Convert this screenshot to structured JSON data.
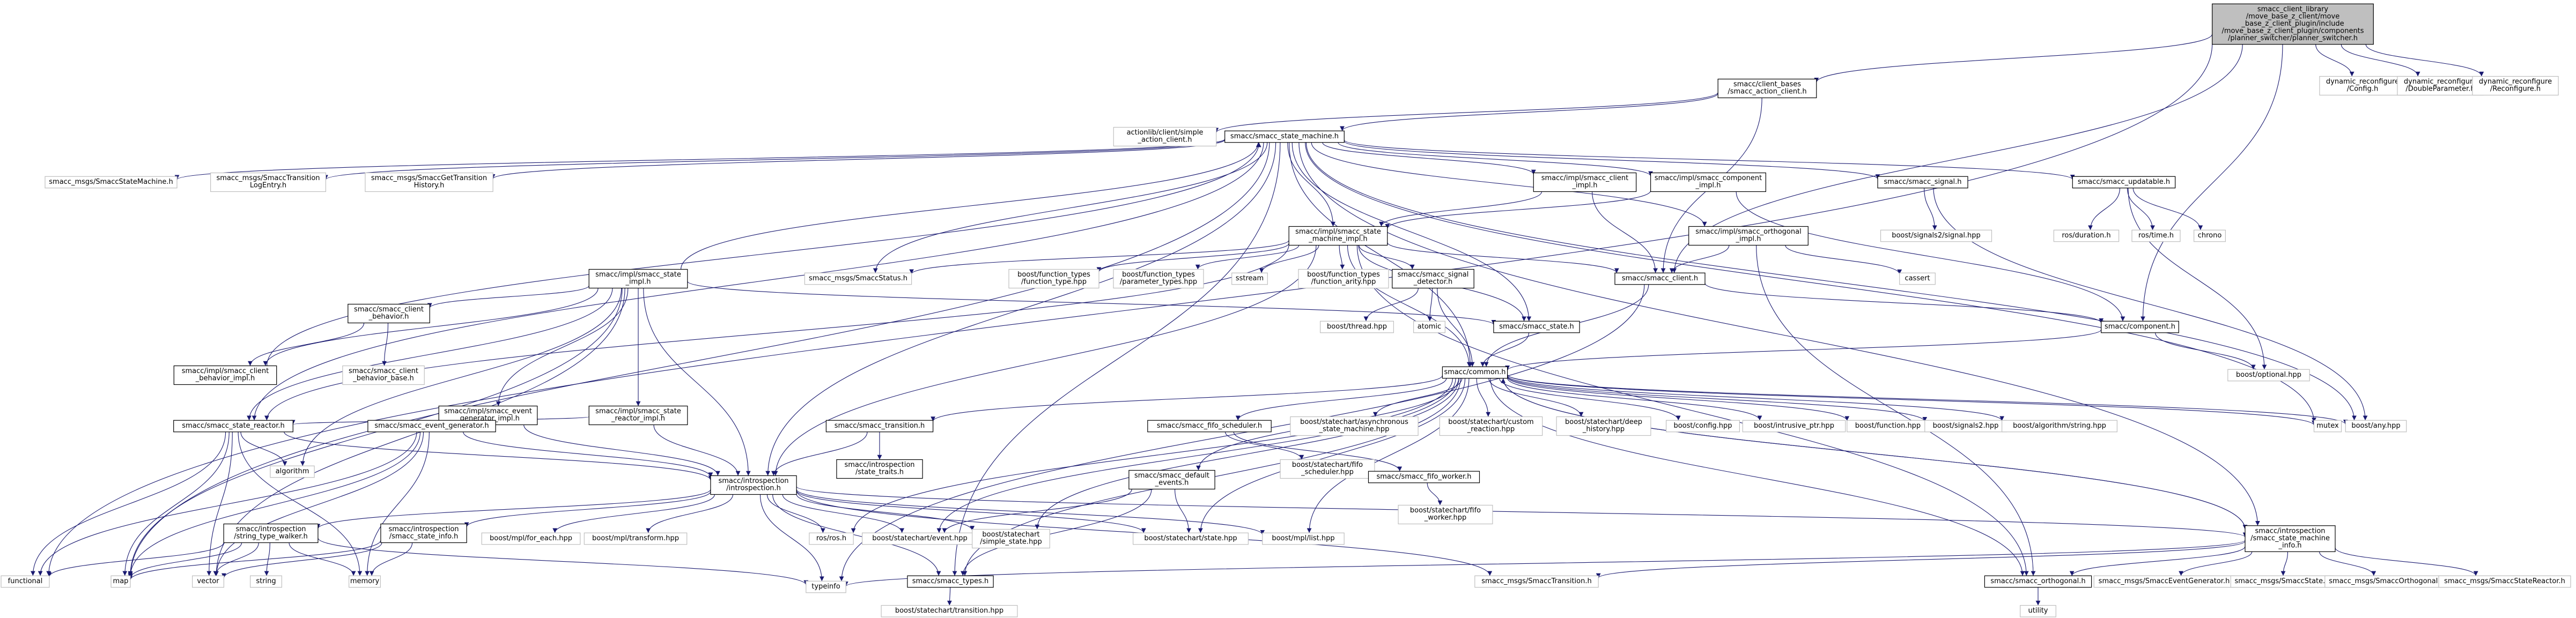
{
  "diagram": {
    "title": "",
    "colors": {
      "edge": "#191970",
      "node_border": "#000000",
      "external_border": "#bfbfbf",
      "root_fill": "#bfbfbf"
    },
    "nodes": [
      {
        "id": "root",
        "lines": [
          "smacc_client_library",
          "/move_base_z_client/move",
          "_base_z_client_plugin/include",
          "/move_base_z_client_plugin/components",
          "/planner_switcher/planner_switcher.h"
        ]
      },
      {
        "id": "functional",
        "lines": [
          "functional"
        ]
      },
      {
        "id": "action_client",
        "lines": [
          "smacc/client_bases",
          "/smacc_action_client.h"
        ]
      },
      {
        "id": "dyn_config",
        "lines": [
          "dynamic_reconfigure",
          "/Config.h"
        ]
      },
      {
        "id": "dyn_double",
        "lines": [
          "dynamic_reconfigure",
          "/DoubleParameter.h"
        ]
      },
      {
        "id": "dyn_reconf",
        "lines": [
          "dynamic_reconfigure",
          "/Reconfigure.h"
        ]
      },
      {
        "id": "simple_action_client",
        "lines": [
          "actionlib/client/simple",
          "_action_client.h"
        ]
      },
      {
        "id": "sm",
        "lines": [
          "smacc/smacc_state_machine.h"
        ]
      },
      {
        "id": "msg_statemachine",
        "lines": [
          "smacc_msgs/SmaccStateMachine.h"
        ]
      },
      {
        "id": "msg_translog",
        "lines": [
          "smacc_msgs/SmaccTransition",
          "LogEntry.h"
        ]
      },
      {
        "id": "msg_gettrans",
        "lines": [
          "smacc_msgs/SmaccGetTransition",
          "History.h"
        ]
      },
      {
        "id": "client_impl",
        "lines": [
          "smacc/impl/smacc_client",
          "_impl.h"
        ]
      },
      {
        "id": "component_impl",
        "lines": [
          "smacc/impl/smacc_component",
          "_impl.h"
        ]
      },
      {
        "id": "signal",
        "lines": [
          "smacc/smacc_signal.h"
        ]
      },
      {
        "id": "updatable",
        "lines": [
          "smacc/smacc_updatable.h"
        ]
      },
      {
        "id": "signals2_signal",
        "lines": [
          "boost/signals2/signal.hpp"
        ]
      },
      {
        "id": "ros_duration",
        "lines": [
          "ros/duration.h"
        ]
      },
      {
        "id": "ros_time",
        "lines": [
          "ros/time.h"
        ]
      },
      {
        "id": "chrono",
        "lines": [
          "chrono"
        ]
      },
      {
        "id": "sm_impl",
        "lines": [
          "smacc/impl/smacc_state",
          "_machine_impl.h"
        ]
      },
      {
        "id": "orthogonal_impl",
        "lines": [
          "smacc/impl/smacc_orthogonal",
          "_impl.h"
        ]
      },
      {
        "id": "cassert",
        "lines": [
          "cassert"
        ]
      },
      {
        "id": "msg_status",
        "lines": [
          "smacc_msgs/SmaccStatus.h"
        ]
      },
      {
        "id": "ft_type",
        "lines": [
          "boost/function_types",
          "/function_type.hpp"
        ]
      },
      {
        "id": "ft_params",
        "lines": [
          "boost/function_types",
          "/parameter_types.hpp"
        ]
      },
      {
        "id": "sstream",
        "lines": [
          "sstream"
        ]
      },
      {
        "id": "ft_arity",
        "lines": [
          "boost/function_types",
          "/function_arity.hpp"
        ]
      },
      {
        "id": "signal_detector",
        "lines": [
          "smacc/smacc_signal",
          "_detector.h"
        ]
      },
      {
        "id": "client",
        "lines": [
          "smacc/smacc_client.h"
        ]
      },
      {
        "id": "state_impl",
        "lines": [
          "smacc/impl/smacc_state",
          "_impl.h"
        ]
      },
      {
        "id": "client_behavior",
        "lines": [
          "smacc/smacc_client",
          "_behavior.h"
        ]
      },
      {
        "id": "cb_impl",
        "lines": [
          "smacc/impl/smacc_client",
          "_behavior_impl.h"
        ]
      },
      {
        "id": "cb_base",
        "lines": [
          "smacc/smacc_client",
          "_behavior_base.h"
        ]
      },
      {
        "id": "thread",
        "lines": [
          "boost/thread.hpp"
        ]
      },
      {
        "id": "atomic",
        "lines": [
          "atomic"
        ]
      },
      {
        "id": "state",
        "lines": [
          "smacc/smacc_state.h"
        ]
      },
      {
        "id": "component",
        "lines": [
          "smacc/component.h"
        ]
      },
      {
        "id": "optional",
        "lines": [
          "boost/optional.hpp"
        ]
      },
      {
        "id": "evgen_impl",
        "lines": [
          "smacc/impl/smacc_event",
          "_generator_impl.h"
        ]
      },
      {
        "id": "reactor_impl",
        "lines": [
          "smacc/impl/smacc_state",
          "_reactor_impl.h"
        ]
      },
      {
        "id": "common",
        "lines": [
          "smacc/common.h"
        ]
      },
      {
        "id": "reactor",
        "lines": [
          "smacc/smacc_state_reactor.h"
        ]
      },
      {
        "id": "evgen",
        "lines": [
          "smacc/smacc_event_generator.h"
        ]
      },
      {
        "id": "transition",
        "lines": [
          "smacc/smacc_transition.h"
        ]
      },
      {
        "id": "fifo_sched",
        "lines": [
          "smacc/smacc_fifo_scheduler.h"
        ]
      },
      {
        "id": "async_sm",
        "lines": [
          "boost/statechart/asynchronous",
          "_state_machine.hpp"
        ]
      },
      {
        "id": "custom_reaction",
        "lines": [
          "boost/statechart/custom",
          "_reaction.hpp"
        ]
      },
      {
        "id": "deep_history",
        "lines": [
          "boost/statechart/deep",
          "_history.hpp"
        ]
      },
      {
        "id": "config",
        "lines": [
          "boost/config.hpp"
        ]
      },
      {
        "id": "intrusive",
        "lines": [
          "boost/intrusive_ptr.hpp"
        ]
      },
      {
        "id": "function",
        "lines": [
          "boost/function.hpp"
        ]
      },
      {
        "id": "signals2",
        "lines": [
          "boost/signals2.hpp"
        ]
      },
      {
        "id": "algstring",
        "lines": [
          "boost/algorithm/string.hpp"
        ]
      },
      {
        "id": "mutex",
        "lines": [
          "mutex"
        ]
      },
      {
        "id": "any",
        "lines": [
          "boost/any.hpp"
        ]
      },
      {
        "id": "algorithm",
        "lines": [
          "algorithm"
        ]
      },
      {
        "id": "introspection",
        "lines": [
          "smacc/introspection",
          "/introspection.h"
        ]
      },
      {
        "id": "state_traits",
        "lines": [
          "smacc/introspection",
          "/state_traits.h"
        ]
      },
      {
        "id": "default_events",
        "lines": [
          "smacc/smacc_default",
          "_events.h"
        ]
      },
      {
        "id": "fifo_sched_hpp",
        "lines": [
          "boost/statechart/fifo",
          "_scheduler.hpp"
        ]
      },
      {
        "id": "fifo_worker",
        "lines": [
          "smacc/smacc_fifo_worker.h"
        ]
      },
      {
        "id": "fifo_worker_hpp",
        "lines": [
          "boost/statechart/fifo",
          "_worker.hpp"
        ]
      },
      {
        "id": "stw",
        "lines": [
          "smacc/introspection",
          "/string_type_walker.h"
        ]
      },
      {
        "id": "ssi",
        "lines": [
          "smacc/introspection",
          "/smacc_state_info.h"
        ]
      },
      {
        "id": "mpl_foreach",
        "lines": [
          "boost/mpl/for_each.hpp"
        ]
      },
      {
        "id": "mpl_transform",
        "lines": [
          "boost/mpl/transform.hpp"
        ]
      },
      {
        "id": "ros",
        "lines": [
          "ros/ros.h"
        ]
      },
      {
        "id": "event",
        "lines": [
          "boost/statechart/event.hpp"
        ]
      },
      {
        "id": "simple_state",
        "lines": [
          "boost/statechart",
          "/simple_state.hpp"
        ]
      },
      {
        "id": "bstate",
        "lines": [
          "boost/statechart/state.hpp"
        ]
      },
      {
        "id": "mpl_list",
        "lines": [
          "boost/mpl/list.hpp"
        ]
      },
      {
        "id": "smi",
        "lines": [
          "smacc/introspection",
          "/smacc_state_machine",
          "_info.h"
        ]
      },
      {
        "id": "map",
        "lines": [
          "map"
        ]
      },
      {
        "id": "vector",
        "lines": [
          "vector"
        ]
      },
      {
        "id": "string",
        "lines": [
          "string"
        ]
      },
      {
        "id": "memory",
        "lines": [
          "memory"
        ]
      },
      {
        "id": "typeinfo",
        "lines": [
          "typeinfo"
        ]
      },
      {
        "id": "types",
        "lines": [
          "smacc/smacc_types.h"
        ]
      },
      {
        "id": "msg_transition",
        "lines": [
          "smacc_msgs/SmaccTransition.h"
        ]
      },
      {
        "id": "orthogonal",
        "lines": [
          "smacc/smacc_orthogonal.h"
        ]
      },
      {
        "id": "msg_evgen",
        "lines": [
          "smacc_msgs/SmaccEventGenerator.h"
        ]
      },
      {
        "id": "msg_state",
        "lines": [
          "smacc_msgs/SmaccState.h"
        ]
      },
      {
        "id": "msg_orth",
        "lines": [
          "smacc_msgs/SmaccOrthogonal.h"
        ]
      },
      {
        "id": "msg_reactor",
        "lines": [
          "smacc_msgs/SmaccStateReactor.h"
        ]
      },
      {
        "id": "btransition",
        "lines": [
          "boost/statechart/transition.hpp"
        ]
      },
      {
        "id": "utility",
        "lines": [
          "utility"
        ]
      }
    ],
    "edges": [
      [
        "root",
        "functional"
      ],
      [
        "root",
        "action_client"
      ],
      [
        "root",
        "dyn_config"
      ],
      [
        "root",
        "dyn_double"
      ],
      [
        "root",
        "dyn_reconf"
      ],
      [
        "root",
        "client"
      ],
      [
        "root",
        "component"
      ],
      [
        "action_client",
        "simple_action_client"
      ],
      [
        "action_client",
        "sm"
      ],
      [
        "action_client",
        "client"
      ],
      [
        "sm",
        "msg_statemachine"
      ],
      [
        "sm",
        "msg_translog"
      ],
      [
        "sm",
        "msg_gettrans"
      ],
      [
        "sm",
        "client_impl"
      ],
      [
        "sm",
        "component_impl"
      ],
      [
        "sm",
        "signal"
      ],
      [
        "sm",
        "updatable"
      ],
      [
        "sm",
        "sm_impl"
      ],
      [
        "sm",
        "orthogonal_impl"
      ],
      [
        "sm",
        "msg_status"
      ],
      [
        "sm",
        "state"
      ],
      [
        "sm",
        "common"
      ],
      [
        "sm",
        "introspection"
      ],
      [
        "sm",
        "smi"
      ],
      [
        "sm",
        "mutex"
      ],
      [
        "sm",
        "any"
      ],
      [
        "sm",
        "reactor"
      ],
      [
        "sm",
        "types"
      ],
      [
        "sm",
        "map"
      ],
      [
        "client_impl",
        "client"
      ],
      [
        "client_impl",
        "sm_impl"
      ],
      [
        "component_impl",
        "component"
      ],
      [
        "component_impl",
        "sm_impl"
      ],
      [
        "signal",
        "signals2_signal"
      ],
      [
        "signal",
        "any"
      ],
      [
        "updatable",
        "ros_duration"
      ],
      [
        "updatable",
        "ros_time"
      ],
      [
        "updatable",
        "chrono"
      ],
      [
        "updatable",
        "optional"
      ],
      [
        "sm_impl",
        "client"
      ],
      [
        "sm_impl",
        "msg_status"
      ],
      [
        "sm_impl",
        "ft_type"
      ],
      [
        "sm_impl",
        "ft_params"
      ],
      [
        "sm_impl",
        "sstream"
      ],
      [
        "sm_impl",
        "ft_arity"
      ],
      [
        "sm_impl",
        "signal_detector"
      ],
      [
        "sm_impl",
        "state"
      ],
      [
        "sm_impl",
        "introspection"
      ],
      [
        "sm_impl",
        "orthogonal"
      ],
      [
        "sm_impl",
        "reactor"
      ],
      [
        "sm_impl",
        "common"
      ],
      [
        "orthogonal_impl",
        "client"
      ],
      [
        "orthogonal_impl",
        "cassert"
      ],
      [
        "orthogonal_impl",
        "orthogonal"
      ],
      [
        "signal_detector",
        "thread"
      ],
      [
        "signal_detector",
        "atomic"
      ],
      [
        "signal_detector",
        "common"
      ],
      [
        "client",
        "common"
      ],
      [
        "client",
        "component"
      ],
      [
        "client",
        "typeinfo"
      ],
      [
        "state_impl",
        "sm"
      ],
      [
        "state_impl",
        "client_behavior"
      ],
      [
        "state_impl",
        "cb_impl"
      ],
      [
        "state_impl",
        "state"
      ],
      [
        "state_impl",
        "evgen_impl"
      ],
      [
        "state_impl",
        "reactor_impl"
      ],
      [
        "state_impl",
        "reactor"
      ],
      [
        "state_impl",
        "introspection"
      ],
      [
        "state_impl",
        "algorithm"
      ],
      [
        "state_impl",
        "map"
      ],
      [
        "state_impl",
        "vector"
      ],
      [
        "client_behavior",
        "cb_impl"
      ],
      [
        "client_behavior",
        "cb_base"
      ],
      [
        "cb_impl",
        "sm"
      ],
      [
        "state",
        "common"
      ],
      [
        "component",
        "common"
      ],
      [
        "component",
        "optional"
      ],
      [
        "evgen_impl",
        "evgen"
      ],
      [
        "evgen_impl",
        "introspection"
      ],
      [
        "reactor_impl",
        "reactor"
      ],
      [
        "reactor_impl",
        "introspection"
      ],
      [
        "common",
        "transition"
      ],
      [
        "common",
        "fifo_sched"
      ],
      [
        "common",
        "async_sm"
      ],
      [
        "common",
        "custom_reaction"
      ],
      [
        "common",
        "deep_history"
      ],
      [
        "common",
        "config"
      ],
      [
        "common",
        "intrusive"
      ],
      [
        "common",
        "function"
      ],
      [
        "common",
        "signals2"
      ],
      [
        "common",
        "algstring"
      ],
      [
        "common",
        "mutex"
      ],
      [
        "common",
        "any"
      ],
      [
        "common",
        "default_events"
      ],
      [
        "common",
        "event"
      ],
      [
        "common",
        "simple_state"
      ],
      [
        "common",
        "bstate"
      ],
      [
        "common",
        "mpl_list"
      ],
      [
        "common",
        "types"
      ],
      [
        "common",
        "orthogonal"
      ],
      [
        "common",
        "ros"
      ],
      [
        "common",
        "smi"
      ],
      [
        "reactor",
        "introspection"
      ],
      [
        "reactor",
        "algorithm"
      ],
      [
        "reactor",
        "map"
      ],
      [
        "reactor",
        "memory"
      ],
      [
        "reactor",
        "functional"
      ],
      [
        "reactor",
        "vector"
      ],
      [
        "evgen",
        "introspection"
      ],
      [
        "evgen",
        "map"
      ],
      [
        "evgen",
        "vector"
      ],
      [
        "evgen",
        "memory"
      ],
      [
        "evgen",
        "functional"
      ],
      [
        "transition",
        "introspection"
      ],
      [
        "transition",
        "state_traits"
      ],
      [
        "fifo_sched",
        "fifo_sched_hpp"
      ],
      [
        "fifo_sched",
        "fifo_worker"
      ],
      [
        "fifo_worker",
        "fifo_worker_hpp"
      ],
      [
        "default_events",
        "event"
      ],
      [
        "default_events",
        "bstate"
      ],
      [
        "default_events",
        "types"
      ],
      [
        "introspection",
        "stw"
      ],
      [
        "introspection",
        "ssi"
      ],
      [
        "introspection",
        "mpl_foreach"
      ],
      [
        "introspection",
        "mpl_transform"
      ],
      [
        "introspection",
        "ros"
      ],
      [
        "introspection",
        "event"
      ],
      [
        "introspection",
        "simple_state"
      ],
      [
        "introspection",
        "bstate"
      ],
      [
        "introspection",
        "mpl_list"
      ],
      [
        "introspection",
        "smi"
      ],
      [
        "introspection",
        "typeinfo"
      ],
      [
        "introspection",
        "types"
      ],
      [
        "introspection",
        "msg_transition"
      ],
      [
        "stw",
        "map"
      ],
      [
        "stw",
        "vector"
      ],
      [
        "stw",
        "string"
      ],
      [
        "stw",
        "memory"
      ],
      [
        "stw",
        "typeinfo"
      ],
      [
        "stw",
        "functional"
      ],
      [
        "ssi",
        "vector"
      ],
      [
        "ssi",
        "memory"
      ],
      [
        "ssi",
        "map"
      ],
      [
        "smi",
        "msg_transition"
      ],
      [
        "smi",
        "orthogonal"
      ],
      [
        "smi",
        "msg_evgen"
      ],
      [
        "smi",
        "msg_state"
      ],
      [
        "smi",
        "msg_orth"
      ],
      [
        "smi",
        "msg_reactor"
      ],
      [
        "smi",
        "typeinfo"
      ],
      [
        "smi",
        "common"
      ],
      [
        "types",
        "btransition"
      ],
      [
        "orthogonal",
        "utility"
      ]
    ]
  }
}
